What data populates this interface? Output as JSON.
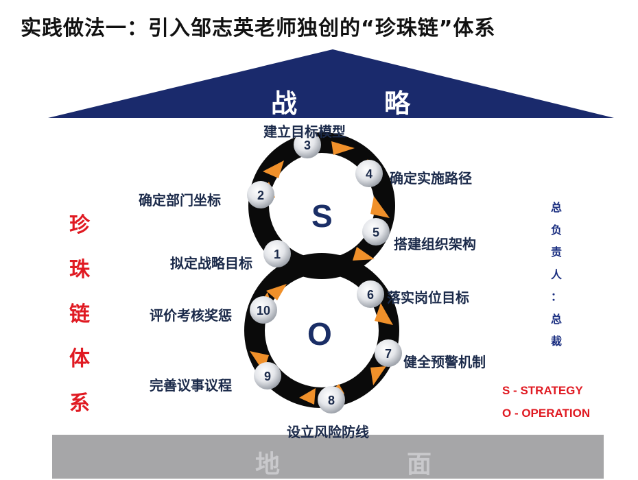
{
  "title": "实践做法一：引入邹志英老师独创的“珍珠链”体系",
  "roof": {
    "left_char": "战",
    "right_char": "略"
  },
  "ground": {
    "left_char": "地",
    "right_char": "面"
  },
  "loops": {
    "top_letter": "S",
    "bottom_letter": "O"
  },
  "steps": [
    {
      "num": "1",
      "label": "拟定战略目标"
    },
    {
      "num": "2",
      "label": "确定部门坐标"
    },
    {
      "num": "3",
      "label": "建立目标模型"
    },
    {
      "num": "4",
      "label": "确定实施路径"
    },
    {
      "num": "5",
      "label": "搭建组织架构"
    },
    {
      "num": "6",
      "label": "落实岗位目标"
    },
    {
      "num": "7",
      "label": "健全预警机制"
    },
    {
      "num": "8",
      "label": "设立风险防线"
    },
    {
      "num": "9",
      "label": "完善议事议程"
    },
    {
      "num": "10",
      "label": "评价考核奖惩"
    }
  ],
  "side_left": [
    "珍",
    "珠",
    "链",
    "体",
    "系"
  ],
  "side_right": [
    "总",
    "负",
    "责",
    "人",
    "：",
    "总",
    "裁"
  ],
  "legend": {
    "s": "S - STRATEGY",
    "o": "O - OPERATION"
  },
  "colors": {
    "roof": "#1a2a6c",
    "band": "#0a0a0a",
    "arrow": "#f0902a",
    "red": "#e01a22",
    "navy_text": "#1a2e80",
    "ground": "#a6a6a8"
  }
}
